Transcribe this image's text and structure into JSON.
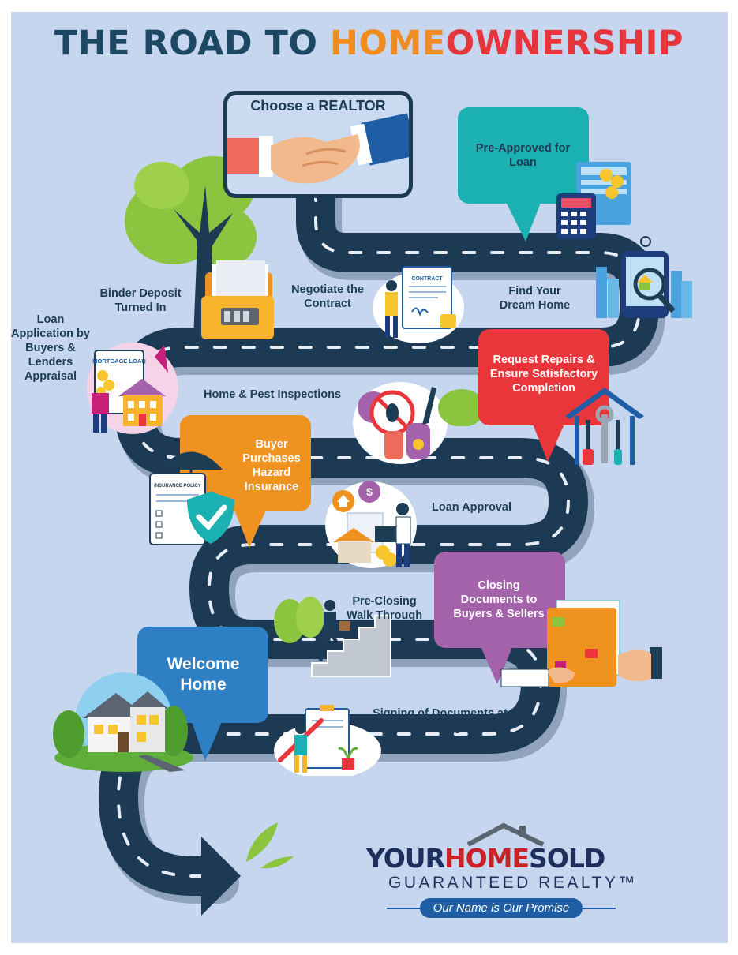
{
  "title": {
    "part1": "THE ROAD TO ",
    "part2": "HOME",
    "part3": "OWNERSHIP"
  },
  "colors": {
    "navy": "#1c4863",
    "orange": "#ef8c22",
    "red": "#e6353b",
    "teal": "#1bb0b2",
    "bubble_red": "#e8363b",
    "bubble_orange": "#ef9220",
    "bubble_purple": "#a362a9",
    "bubble_blue": "#2f7fc4",
    "road": "#1c3a54",
    "background": "#c5d6ee"
  },
  "steps": {
    "choose_realtor": "Choose a REALTOR",
    "pre_approved": "Pre-Approved for Loan",
    "find_home": "Find Your Dream Home",
    "negotiate": "Negotiate the Contract",
    "binder": "Binder Deposit Turned In",
    "loan_application": "Loan Application by Buyers & Lenders Appraisal",
    "inspections": "Home & Pest Inspections",
    "repairs": "Request Repairs & Ensure Satisfactory Completion",
    "insurance": "Buyer Purchases Hazard Insurance",
    "loan_approval": "Loan Approval",
    "closing_docs": "Closing Documents to Buyers & Sellers",
    "walkthrough": "Pre-Closing Walk Through",
    "welcome": "Welcome Home",
    "signing": "Signing of Documents at Closing"
  },
  "illustration_text": {
    "contract": "CONTRACT",
    "mortgage": "MORTGAGE LOAN",
    "insurance_policy": "INSURANCE POLICY"
  },
  "icons": [
    "handshake-icon",
    "calculator-icon",
    "house-search-icon",
    "contract-icon",
    "file-folder-icon",
    "mortgage-icon",
    "pest-icon",
    "toolbox-icon",
    "insurance-shield-icon",
    "loan-approval-icon",
    "documents-handoff-icon",
    "stairs-icon",
    "house-icon",
    "signing-icon",
    "tree-icon"
  ],
  "logo": {
    "part1": "YOUR",
    "part2": "HOME",
    "part3": "SOLD",
    "sub": "GUARANTEED REALTY™",
    "tagline": "Our Name is Our Promise"
  }
}
